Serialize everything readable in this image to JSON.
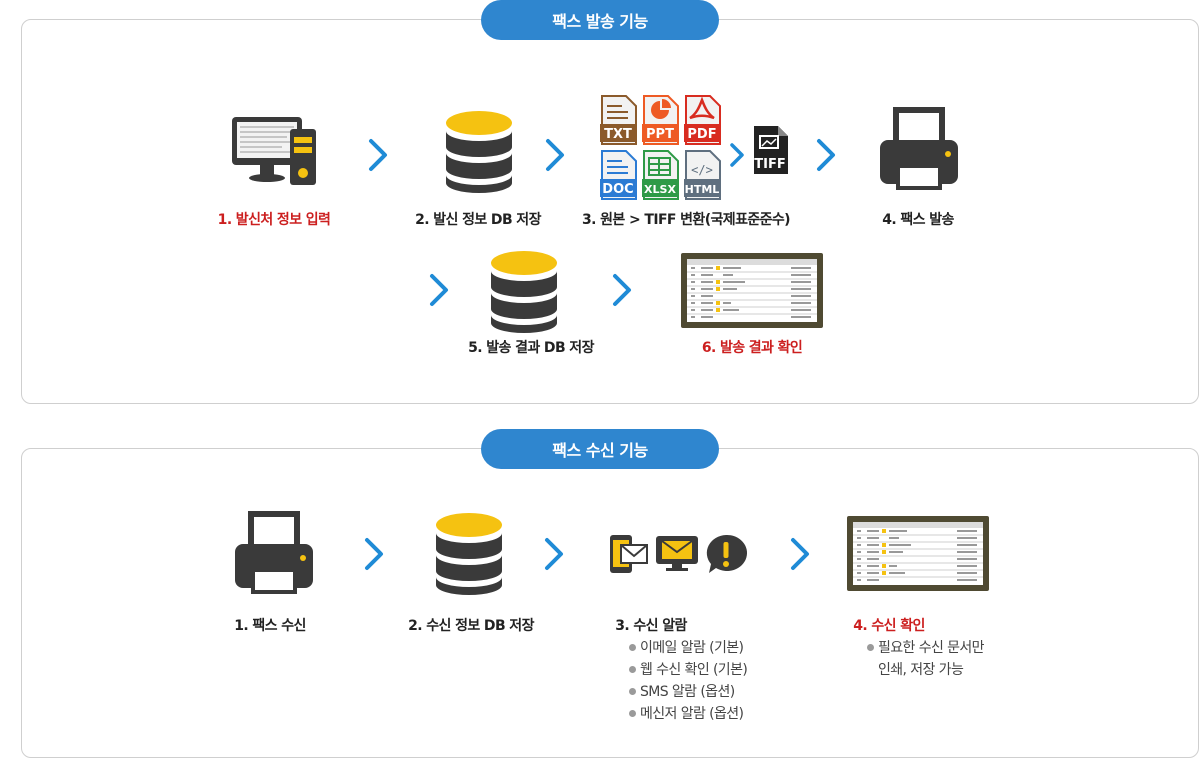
{
  "send_section": {
    "title": "팩스 발송 기능",
    "steps": [
      {
        "label": "1. 발신처 정보 입력",
        "highlight": true
      },
      {
        "label": "2. 발신 정보 DB 저장",
        "highlight": false
      },
      {
        "label": "3. 원본 > TIFF 변환(국제표준준수)",
        "highlight": false
      },
      {
        "label": "4. 팩스 발송",
        "highlight": false
      },
      {
        "label": "5. 발송 결과 DB 저장",
        "highlight": false
      },
      {
        "label": "6. 발송 결과 확인",
        "highlight": true
      }
    ],
    "file_types": [
      "TXT",
      "PPT",
      "PDF",
      "DOC",
      "XLSX",
      "HTML",
      "TIFF"
    ]
  },
  "receive_section": {
    "title": "팩스 수신 기능",
    "steps": [
      {
        "label": "1. 팩스 수신",
        "highlight": false
      },
      {
        "label": "2. 수신 정보 DB 저장",
        "highlight": false
      },
      {
        "label": "3. 수신 알람",
        "highlight": false
      },
      {
        "label": "4. 수신 확인",
        "highlight": true
      }
    ],
    "alarm_options": [
      "이메일 알람 (기본)",
      "웹 수신 확인 (기본)",
      "SMS 알람 (옵션)",
      "메신저 알람 (옵션)"
    ],
    "confirm_note_lines": [
      "필요한 수신 문서만",
      "인쇄, 저장 가능"
    ]
  },
  "colors": {
    "accent_blue": "#2f86cf",
    "highlight_red": "#cc1f1f",
    "db_yellow": "#f5c211",
    "icon_dark": "#3a3a3a",
    "arrow_blue": "#1f8bd6"
  }
}
